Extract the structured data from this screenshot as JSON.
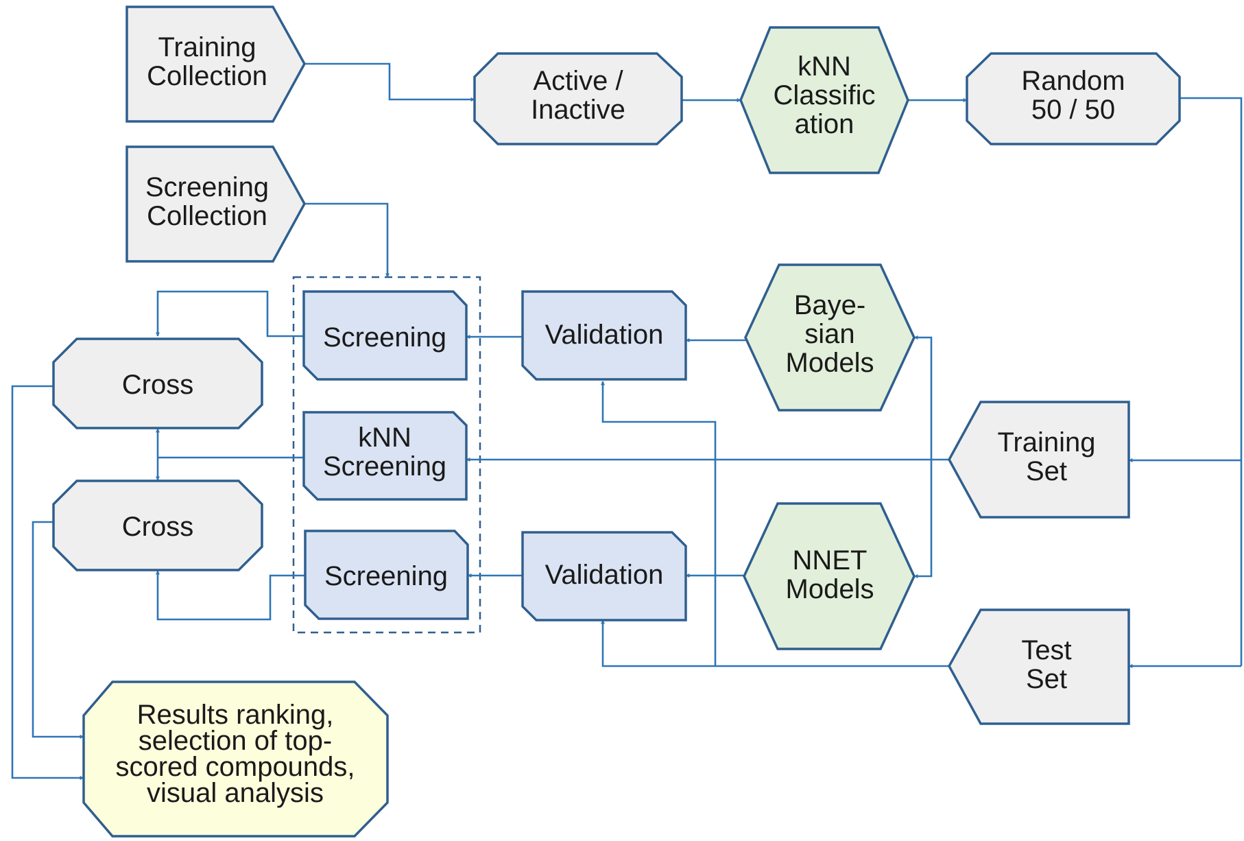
{
  "nodes": {
    "training_collection": {
      "lines": [
        "Training",
        "Collection"
      ]
    },
    "active_inactive": {
      "lines": [
        "Active /",
        "Inactive"
      ]
    },
    "knn_classification": {
      "lines": [
        "kNN",
        "Classific",
        "ation"
      ]
    },
    "random_split": {
      "lines": [
        "Random",
        "50 / 50"
      ]
    },
    "screening_collection": {
      "lines": [
        "Screening",
        "Collection"
      ]
    },
    "screening_top": {
      "lines": [
        "Screening"
      ]
    },
    "validation_top": {
      "lines": [
        "Validation"
      ]
    },
    "bayesian_models": {
      "lines": [
        "Baye-",
        "sian",
        "Models"
      ]
    },
    "cross_top": {
      "lines": [
        "Cross"
      ]
    },
    "knn_screening": {
      "lines": [
        "kNN",
        "Screening"
      ]
    },
    "training_set": {
      "lines": [
        "Training",
        "Set"
      ]
    },
    "cross_bottom": {
      "lines": [
        "Cross"
      ]
    },
    "screening_bottom": {
      "lines": [
        "Screening"
      ]
    },
    "validation_bottom": {
      "lines": [
        "Validation"
      ]
    },
    "nnet_models": {
      "lines": [
        "NNET",
        "Models"
      ]
    },
    "test_set": {
      "lines": [
        "Test",
        "Set"
      ]
    },
    "results": {
      "lines": [
        "Results ranking,",
        "selection of top-",
        "scored compounds,",
        "visual analysis"
      ]
    }
  },
  "colors": {
    "stroke": "#2f5f8f",
    "connector": "#2e75b6",
    "gray_fill": "#efefef",
    "green_fill": "#e2efda",
    "blue_fill": "#dae3f3",
    "yellow_fill": "#fcfedc"
  }
}
